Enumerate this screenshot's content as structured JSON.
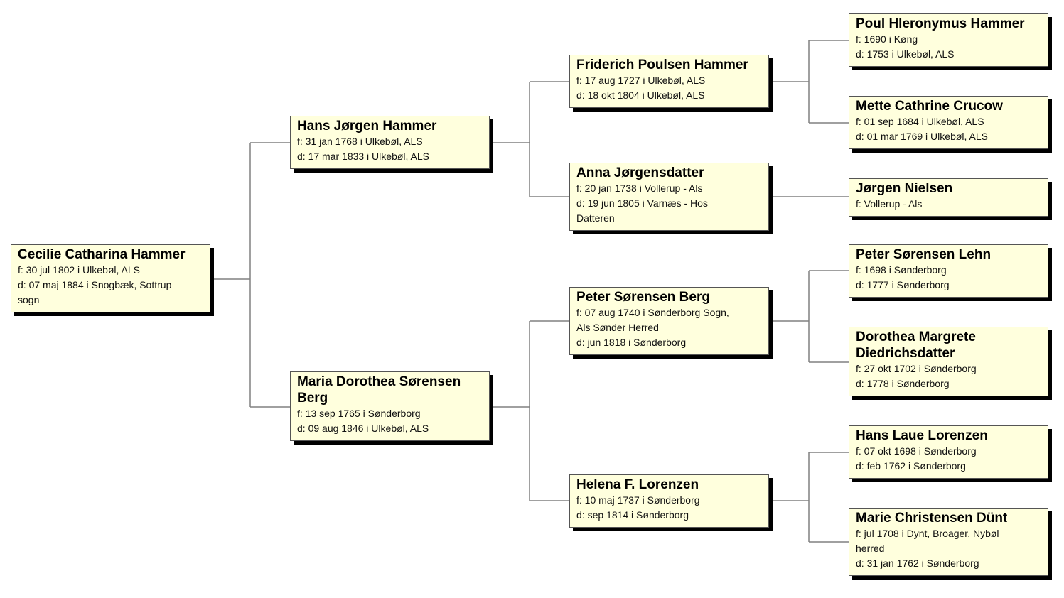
{
  "colors": {
    "box_fill": "#ffffdd",
    "connector": "#808080",
    "shadow": "#000000"
  },
  "people": {
    "p1": {
      "name": "Cecilie Catharina Hammer",
      "lines": [
        "f: 30 jul 1802 i Ulkebøl, ALS",
        "d: 07 maj 1884 i Snogbæk, Sottrup",
        "sogn"
      ]
    },
    "p2": {
      "name": "Hans Jørgen Hammer",
      "lines": [
        "f: 31 jan 1768 i Ulkebøl, ALS",
        "d: 17 mar 1833 i Ulkebøl, ALS"
      ]
    },
    "p3": {
      "name": "Maria Dorothea Sørensen",
      "name2": "Berg",
      "lines": [
        "f: 13 sep 1765 i Sønderborg",
        "d: 09 aug 1846 i Ulkebøl, ALS"
      ]
    },
    "p4": {
      "name": "Friderich Poulsen Hammer",
      "lines": [
        "f: 17 aug 1727 i Ulkebøl, ALS",
        "d: 18 okt 1804 i Ulkebøl, ALS"
      ]
    },
    "p5": {
      "name": "Anna Jørgensdatter",
      "lines": [
        "f: 20 jan 1738 i Vollerup - Als",
        "d: 19 jun 1805 i Varnæs - Hos",
        "Datteren"
      ]
    },
    "p6": {
      "name": "Peter Sørensen Berg",
      "lines": [
        "f: 07 aug 1740 i Sønderborg Sogn,",
        "Als Sønder Herred",
        "d: jun 1818 i Sønderborg"
      ]
    },
    "p7": {
      "name": "Helena F. Lorenzen",
      "lines": [
        "f: 10 maj 1737 i Sønderborg",
        "d: sep 1814 i Sønderborg"
      ]
    },
    "p8": {
      "name": "Poul Hleronymus Hammer",
      "lines": [
        "f: 1690 i Køng",
        "d: 1753 i Ulkebøl, ALS"
      ]
    },
    "p9": {
      "name": "Mette Cathrine Crucow",
      "lines": [
        "f: 01 sep 1684 i Ulkebøl, ALS",
        "d: 01 mar 1769 i Ulkebøl, ALS"
      ]
    },
    "p10": {
      "name": "Jørgen Nielsen",
      "lines": [
        "f: Vollerup - Als"
      ]
    },
    "p11": {
      "name": "Peter Sørensen Lehn",
      "lines": [
        "f: 1698 i Sønderborg",
        "d: 1777 i Sønderborg"
      ]
    },
    "p12": {
      "name": "Dorothea Margrete",
      "name2": "Diedrichsdatter",
      "lines": [
        "f: 27 okt 1702 i Sønderborg",
        "d: 1778 i Sønderborg"
      ]
    },
    "p13": {
      "name": "Hans Laue Lorenzen",
      "lines": [
        "f: 07 okt 1698 i Sønderborg",
        "d: feb 1762 i Sønderborg"
      ]
    },
    "p14": {
      "name": "Marie Christensen Dünt",
      "lines": [
        "f: jul 1708 i Dynt, Broager, Nybøl",
        "herred",
        "d: 31 jan 1762 i Sønderborg"
      ]
    }
  }
}
